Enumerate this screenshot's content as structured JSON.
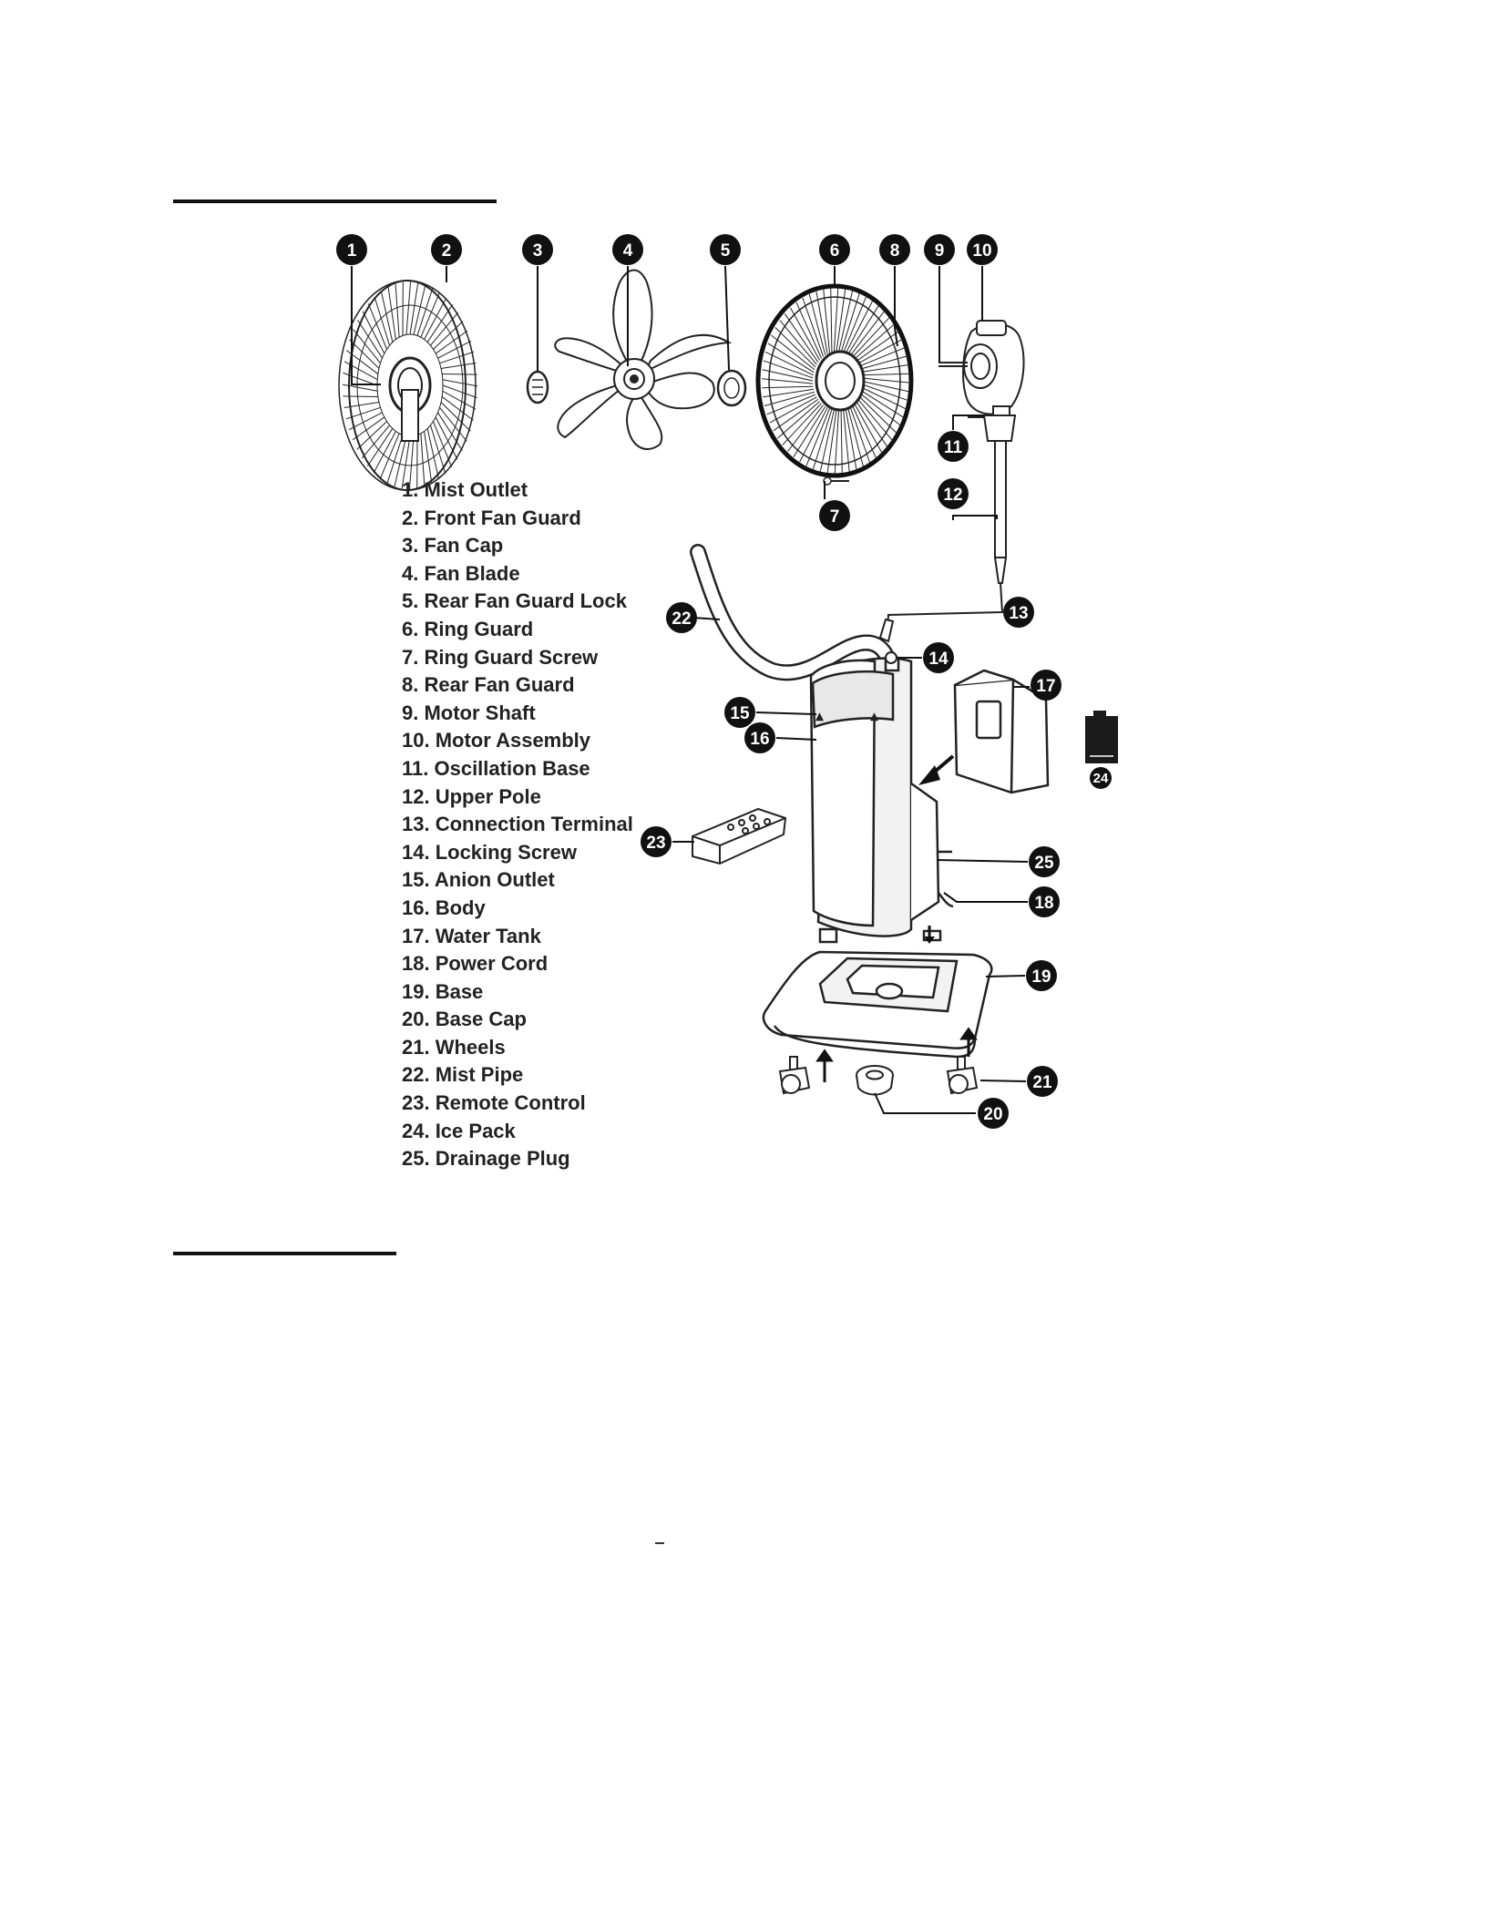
{
  "parts": [
    {
      "number": "1",
      "label": "1. Mist Outlet"
    },
    {
      "number": "2",
      "label": "2. Front Fan Guard"
    },
    {
      "number": "3",
      "label": "3. Fan Cap"
    },
    {
      "number": "4",
      "label": "4. Fan Blade"
    },
    {
      "number": "5",
      "label": "5. Rear Fan Guard Lock"
    },
    {
      "number": "6",
      "label": "6. Ring Guard"
    },
    {
      "number": "7",
      "label": "7. Ring Guard Screw"
    },
    {
      "number": "8",
      "label": "8. Rear Fan Guard"
    },
    {
      "number": "9",
      "label": "9. Motor Shaft"
    },
    {
      "number": "10",
      "label": "10. Motor Assembly"
    },
    {
      "number": "11",
      "label": "11. Oscillation Base"
    },
    {
      "number": "12",
      "label": "12. Upper Pole"
    },
    {
      "number": "13",
      "label": "13. Connection Terminal"
    },
    {
      "number": "14",
      "label": "14. Locking Screw"
    },
    {
      "number": "15",
      "label": "15. Anion Outlet"
    },
    {
      "number": "16",
      "label": "16. Body"
    },
    {
      "number": "17",
      "label": "17. Water Tank"
    },
    {
      "number": "18",
      "label": "18. Power Cord"
    },
    {
      "number": "19",
      "label": "19. Base"
    },
    {
      "number": "20",
      "label": "20. Base Cap"
    },
    {
      "number": "21",
      "label": "21. Wheels"
    },
    {
      "number": "22",
      "label": "22. Mist Pipe"
    },
    {
      "number": "23",
      "label": "23. Remote Control"
    },
    {
      "number": "24",
      "label": "24. Ice Pack"
    },
    {
      "number": "25",
      "label": "25. Drainage Plug"
    }
  ],
  "colors": {
    "ink": "#111111",
    "paper": "#ffffff",
    "body_fill": "#f2f2f2",
    "ice_pack": "#1a1a1a"
  },
  "page_footer": "–"
}
